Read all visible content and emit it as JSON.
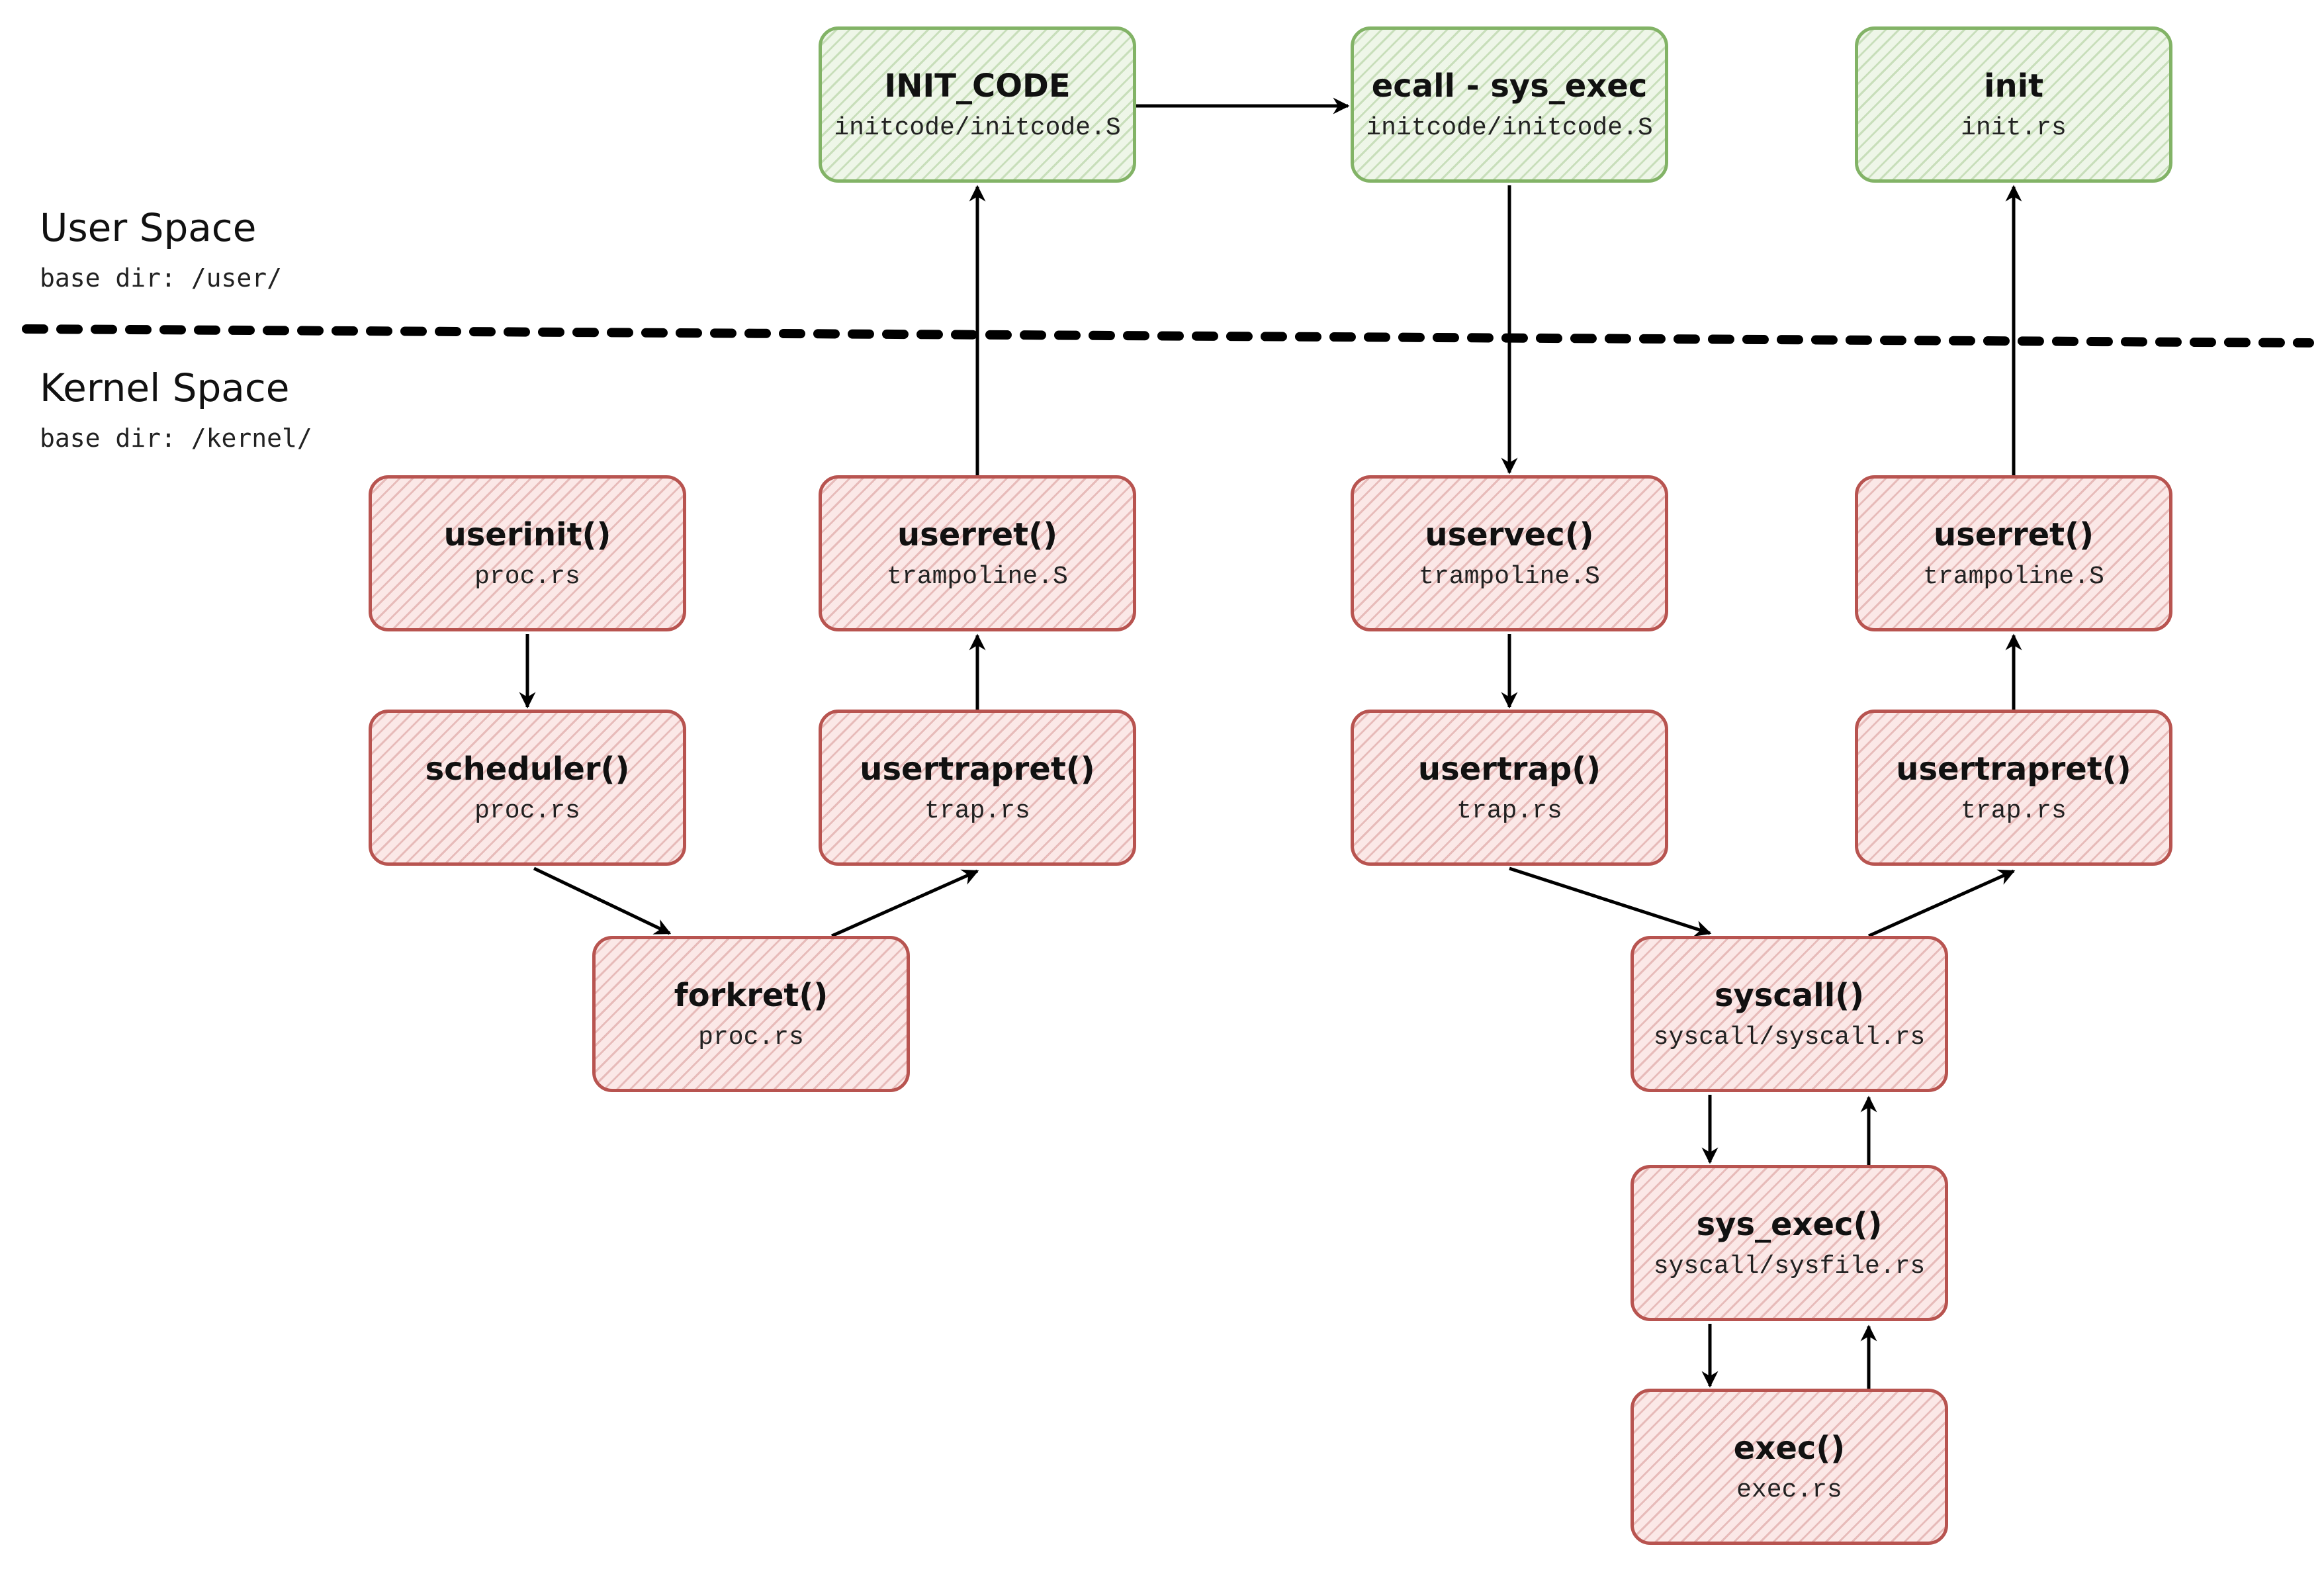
{
  "regions": {
    "user": {
      "title": "User Space",
      "subtitle": "base dir: /user/"
    },
    "kernel": {
      "title": "Kernel Space",
      "subtitle": "base dir: /kernel/"
    }
  },
  "colors": {
    "user_stroke": "#82b366",
    "user_fill": "#eef6e8",
    "kernel_stroke": "#b85450",
    "kernel_fill": "#fbe8e7",
    "arrow": "#000000"
  },
  "nodes": [
    {
      "id": "init_code",
      "title": "INIT_CODE",
      "file": "initcode/initcode.S",
      "space": "user"
    },
    {
      "id": "ecall_sys_exec",
      "title": "ecall - sys_exec",
      "file": "initcode/initcode.S",
      "space": "user"
    },
    {
      "id": "init",
      "title": "init",
      "file": "init.rs",
      "space": "user"
    },
    {
      "id": "userinit",
      "title": "userinit()",
      "file": "proc.rs",
      "space": "kernel"
    },
    {
      "id": "scheduler",
      "title": "scheduler()",
      "file": "proc.rs",
      "space": "kernel"
    },
    {
      "id": "forkret",
      "title": "forkret()",
      "file": "proc.rs",
      "space": "kernel"
    },
    {
      "id": "userret_1",
      "title": "userret()",
      "file": "trampoline.S",
      "space": "kernel"
    },
    {
      "id": "usertrapret_1",
      "title": "usertrapret()",
      "file": "trap.rs",
      "space": "kernel"
    },
    {
      "id": "uservec",
      "title": "uservec()",
      "file": "trampoline.S",
      "space": "kernel"
    },
    {
      "id": "usertrap",
      "title": "usertrap()",
      "file": "trap.rs",
      "space": "kernel"
    },
    {
      "id": "syscall",
      "title": "syscall()",
      "file": "syscall/syscall.rs",
      "space": "kernel"
    },
    {
      "id": "sys_exec",
      "title": "sys_exec()",
      "file": "syscall/sysfile.rs",
      "space": "kernel"
    },
    {
      "id": "exec",
      "title": "exec()",
      "file": "exec.rs",
      "space": "kernel"
    },
    {
      "id": "usertrapret_2",
      "title": "usertrapret()",
      "file": "trap.rs",
      "space": "kernel"
    },
    {
      "id": "userret_2",
      "title": "userret()",
      "file": "trampoline.S",
      "space": "kernel"
    }
  ],
  "edges": [
    {
      "from": "userinit",
      "to": "scheduler"
    },
    {
      "from": "scheduler",
      "to": "forkret"
    },
    {
      "from": "forkret",
      "to": "usertrapret_1"
    },
    {
      "from": "usertrapret_1",
      "to": "userret_1"
    },
    {
      "from": "userret_1",
      "to": "init_code"
    },
    {
      "from": "init_code",
      "to": "ecall_sys_exec"
    },
    {
      "from": "ecall_sys_exec",
      "to": "uservec"
    },
    {
      "from": "uservec",
      "to": "usertrap"
    },
    {
      "from": "usertrap",
      "to": "syscall"
    },
    {
      "from": "syscall",
      "to": "sys_exec"
    },
    {
      "from": "sys_exec",
      "to": "exec"
    },
    {
      "from": "exec",
      "to": "sys_exec"
    },
    {
      "from": "sys_exec",
      "to": "syscall"
    },
    {
      "from": "syscall",
      "to": "usertrapret_2"
    },
    {
      "from": "usertrapret_2",
      "to": "userret_2"
    },
    {
      "from": "userret_2",
      "to": "init"
    }
  ]
}
